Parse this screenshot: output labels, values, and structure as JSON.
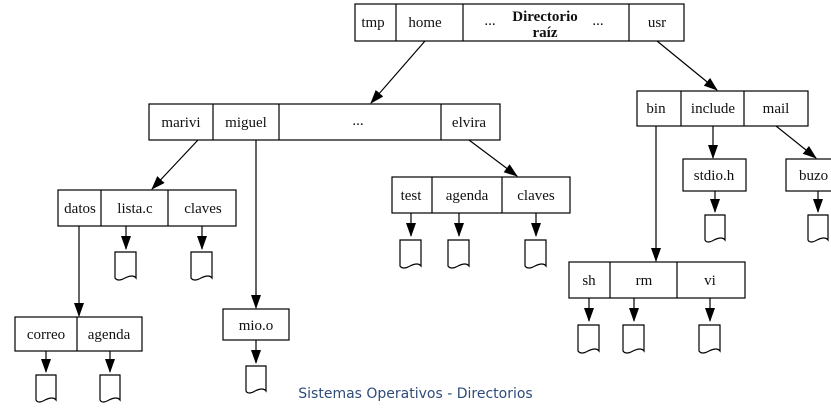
{
  "root": {
    "cells": [
      "tmp",
      "home",
      "...",
      "Directorio raíz",
      "...",
      "usr"
    ]
  },
  "home_dir": {
    "cells": [
      "marivi",
      "miguel",
      "...",
      "elvira"
    ]
  },
  "usr_dir": {
    "cells": [
      "bin",
      "include",
      "mail"
    ]
  },
  "marivi_dir": {
    "cells": [
      "datos",
      "lista.c",
      "claves"
    ]
  },
  "elvira_dir": {
    "cells": [
      "test",
      "agenda",
      "claves"
    ]
  },
  "datos_dir": {
    "cells": [
      "correo",
      "agenda"
    ]
  },
  "miguel_dir": {
    "cells": [
      "mio.o"
    ]
  },
  "bin_dir": {
    "cells": [
      "sh",
      "rm",
      "vi"
    ]
  },
  "include_dir": {
    "cells": [
      "stdio.h"
    ]
  },
  "mail_dir": {
    "cells": [
      "buzo"
    ]
  },
  "caption": "Sistemas Operativos - Directorios"
}
